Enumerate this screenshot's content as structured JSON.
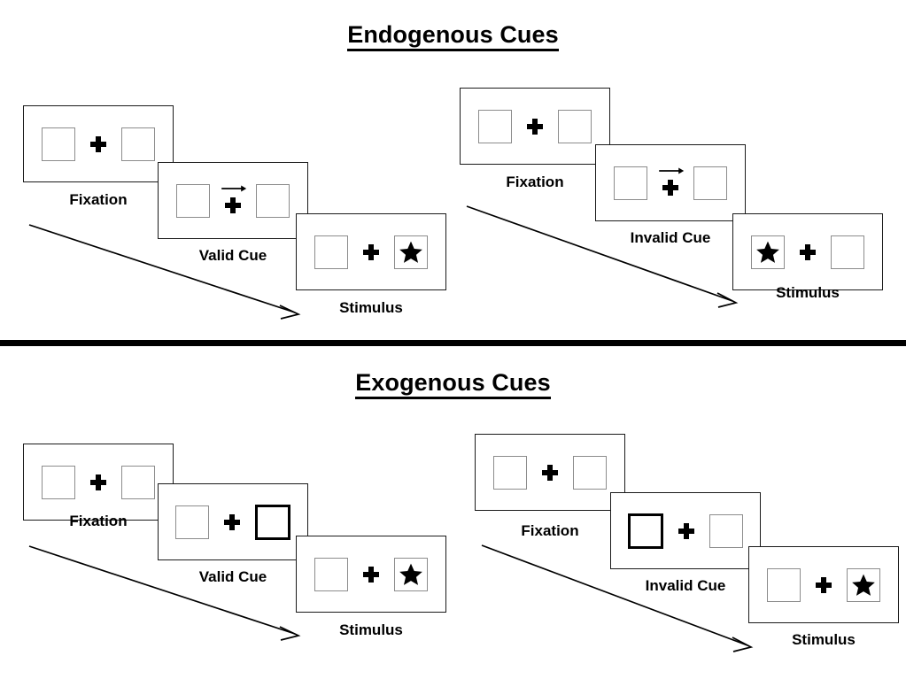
{
  "figure": {
    "title_endogenous": "Endogenous Cues",
    "title_exogenous": "Exogenous Cues",
    "colors": {
      "ink": "#000000",
      "panel_border": "#1a1a1a",
      "box_border": "#8c8c8c",
      "cued_box_border": "#000000",
      "background": "#ffffff"
    }
  },
  "labels": {
    "fixation": "Fixation",
    "valid_cue": "Valid Cue",
    "invalid_cue": "Invalid Cue",
    "stimulus": "Stimulus"
  },
  "icons": {
    "fixation_cross": "plus-cross-icon",
    "arrow_cue": "right-arrow-cue-icon",
    "target": "star-icon",
    "time_arrow": "diagonal-time-arrow-icon"
  },
  "sections": [
    {
      "id": "endogenous",
      "title": "Endogenous Cues",
      "cue_type": "central-arrow",
      "columns": [
        {
          "id": "endogenous-valid",
          "validity": "valid",
          "cue_label": "Valid Cue",
          "frames": [
            {
              "name": "fixation",
              "label": "Fixation",
              "left_box": "empty",
              "right_box": "empty",
              "center": "cross",
              "arrow": "none"
            },
            {
              "name": "cue",
              "label": "Valid Cue",
              "left_box": "empty",
              "right_box": "empty",
              "center": "cross",
              "arrow": "right"
            },
            {
              "name": "stimulus",
              "label": "Stimulus",
              "left_box": "empty",
              "right_box": "star",
              "center": "cross",
              "arrow": "none"
            }
          ]
        },
        {
          "id": "endogenous-invalid",
          "validity": "invalid",
          "cue_label": "Invalid Cue",
          "frames": [
            {
              "name": "fixation",
              "label": "Fixation",
              "left_box": "empty",
              "right_box": "empty",
              "center": "cross",
              "arrow": "none"
            },
            {
              "name": "cue",
              "label": "Invalid Cue",
              "left_box": "empty",
              "right_box": "empty",
              "center": "cross",
              "arrow": "right"
            },
            {
              "name": "stimulus",
              "label": "Stimulus",
              "left_box": "star",
              "right_box": "empty",
              "center": "cross",
              "arrow": "none"
            }
          ]
        }
      ]
    },
    {
      "id": "exogenous",
      "title": "Exogenous Cues",
      "cue_type": "peripheral-box-flash",
      "columns": [
        {
          "id": "exogenous-valid",
          "validity": "valid",
          "cue_label": "Valid Cue",
          "frames": [
            {
              "name": "fixation",
              "label": "Fixation",
              "left_box": "empty",
              "right_box": "empty",
              "center": "cross",
              "arrow": "none"
            },
            {
              "name": "cue",
              "label": "Valid Cue",
              "left_box": "empty",
              "right_box": "cued",
              "center": "cross",
              "arrow": "none"
            },
            {
              "name": "stimulus",
              "label": "Stimulus",
              "left_box": "empty",
              "right_box": "star",
              "center": "cross",
              "arrow": "none"
            }
          ]
        },
        {
          "id": "exogenous-invalid",
          "validity": "invalid",
          "cue_label": "Invalid Cue",
          "frames": [
            {
              "name": "fixation",
              "label": "Fixation",
              "left_box": "empty",
              "right_box": "empty",
              "center": "cross",
              "arrow": "none"
            },
            {
              "name": "cue",
              "label": "Invalid Cue",
              "left_box": "cued",
              "right_box": "empty",
              "center": "cross",
              "arrow": "none"
            },
            {
              "name": "stimulus",
              "label": "Stimulus",
              "left_box": "empty",
              "right_box": "star",
              "center": "cross",
              "arrow": "none"
            }
          ]
        }
      ]
    }
  ]
}
